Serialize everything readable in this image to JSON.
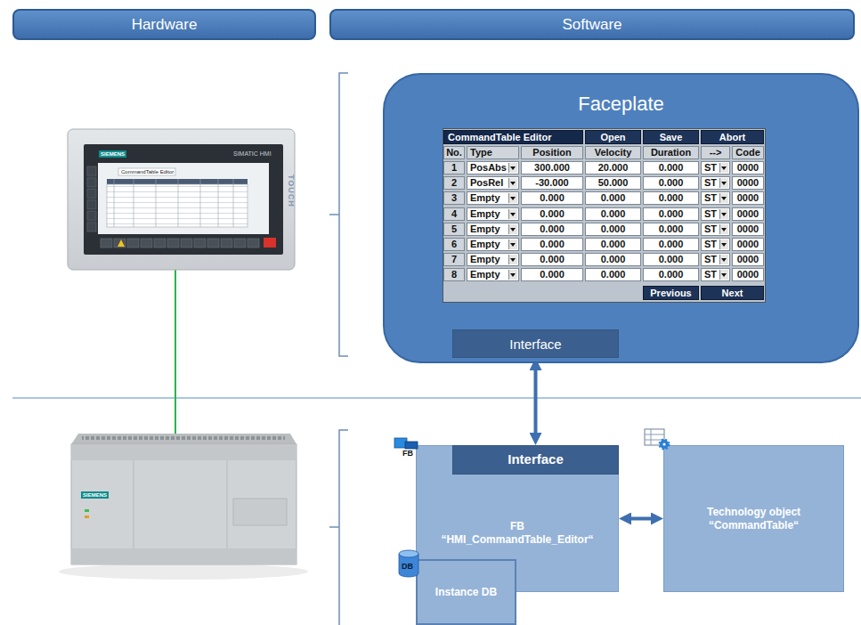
{
  "diagram": {
    "nodes": [
      {
        "text": [
          "Hardware"
        ]
      },
      {
        "text": [
          "Software"
        ]
      },
      {
        "text": [
          "Faceplate"
        ]
      },
      {
        "text": [
          "Interface"
        ],
        "in": 2
      },
      {
        "text": [
          "FB “HMI_CommandTable_Editor“"
        ]
      },
      {
        "text": [
          "Interface"
        ],
        "in": 4
      },
      {
        "text": [
          "Technology object “CommandTable“"
        ]
      },
      {
        "text": [
          "Instance DB"
        ]
      }
    ],
    "edges": [
      {
        "from": 3,
        "to": 5,
        "arrow": "both"
      },
      {
        "from": 4,
        "to": 6,
        "arrow": "both"
      }
    ],
    "labels": [
      "SIEMENS",
      "SIMATIC HMI",
      "CommandTable Editor",
      "TOUCH",
      "SIEMENS",
      "CommandTable Editor",
      "Open",
      "Save",
      "Abort",
      "No.",
      "Type",
      "Position",
      "Velocity",
      "Duration",
      "-->",
      "Code",
      "1",
      "PosAbs",
      "300.000",
      "20.000",
      "0.000",
      "ST",
      "0000",
      "2",
      "PosRel",
      "-30.000",
      "50.000",
      "0.000",
      "ST",
      "0000",
      "3",
      "Empty",
      "0.000",
      "0.000",
      "0.000",
      "ST",
      "0000",
      "4",
      "Empty",
      "0.000",
      "0.000",
      "0.000",
      "ST",
      "0000",
      "5",
      "Empty",
      "0.000",
      "0.000",
      "0.000",
      "ST",
      "0000",
      "6",
      "Empty",
      "0.000",
      "0.000",
      "0.000",
      "ST",
      "0000",
      "7",
      "Empty",
      "0.000",
      "0.000",
      "0.000",
      "ST",
      "0000",
      "8",
      "Empty",
      "0.000",
      "0.000",
      "0.000",
      "ST",
      "0000",
      "Previous",
      "Next",
      "FB",
      "DB"
    ]
  }
}
